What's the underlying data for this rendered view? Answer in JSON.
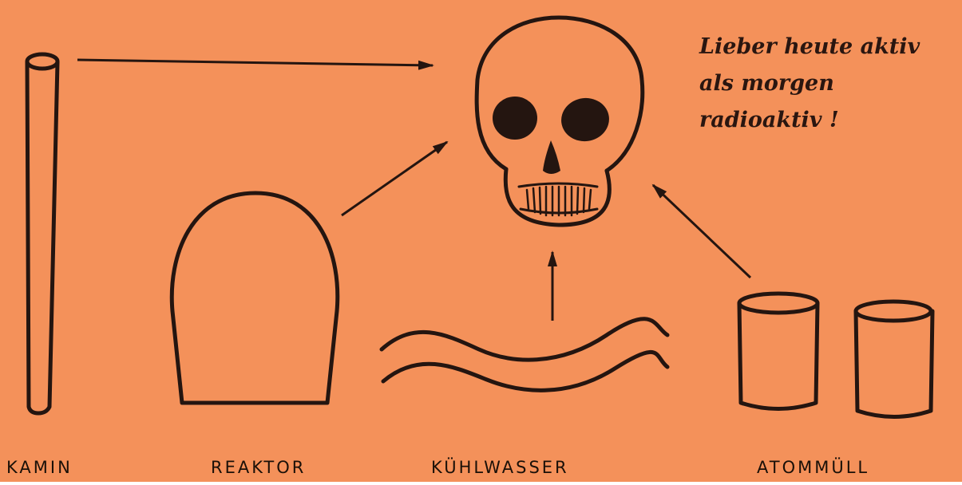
{
  "poster": {
    "background": "#F4915A",
    "ink": "#241510",
    "slogan": [
      "Lieber heute aktiv",
      "als morgen",
      "radioaktiv !"
    ],
    "labels": {
      "kamin": "KAMIN",
      "reaktor": "REAKTOR",
      "kuehlwasser": "KÜHLWASSER",
      "atommuell": "ATOMMÜLL"
    },
    "icons": [
      "skull-icon",
      "chimney-icon",
      "reactor-dome-icon",
      "water-waves-icon",
      "waste-barrel-icon"
    ]
  }
}
